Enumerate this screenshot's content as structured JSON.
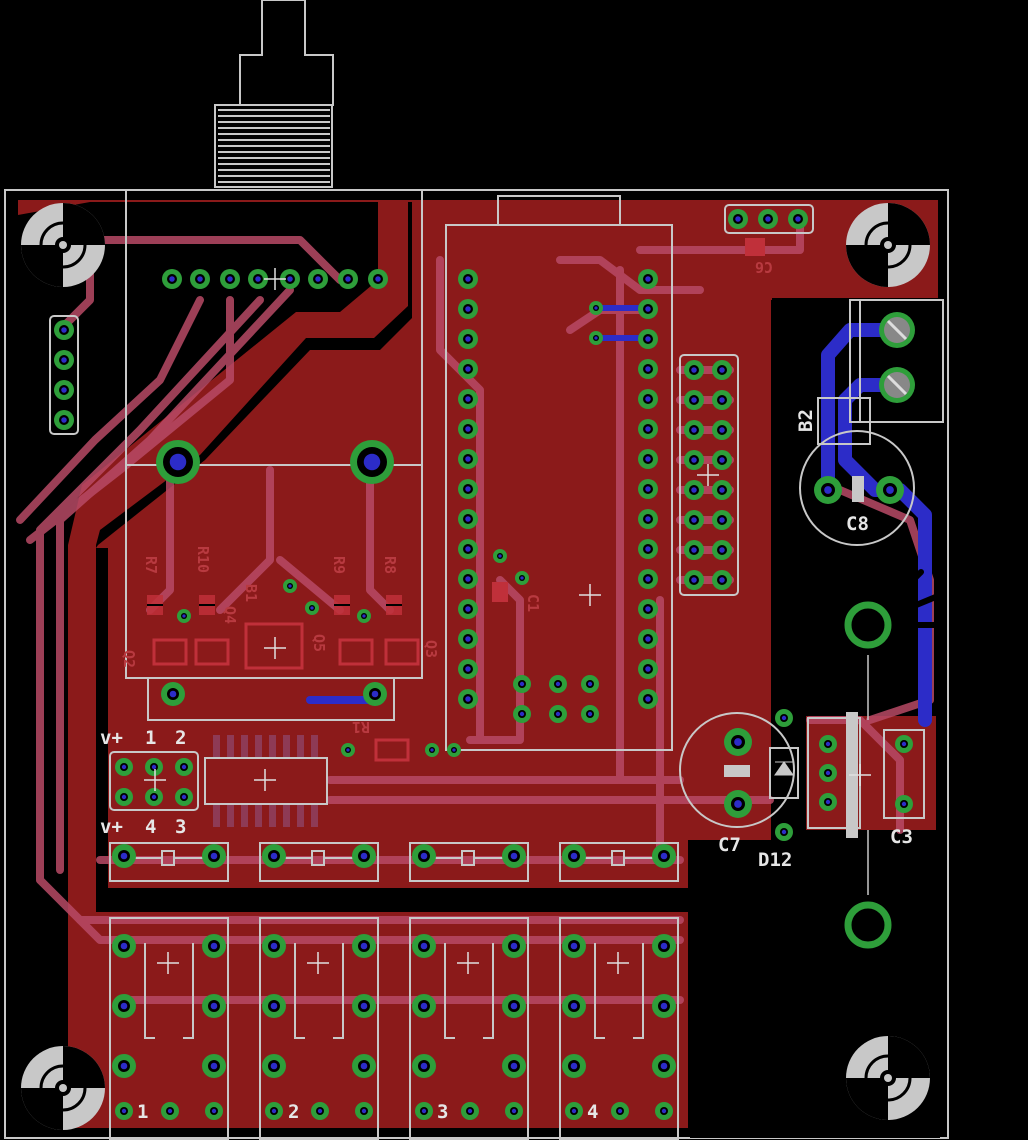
{
  "colors": {
    "background": "#000000",
    "copper": "#8b1a1a",
    "trace_top": "#b84a66",
    "trace_bottom": "#2c2cc8",
    "pad_ring": "#2e9e3a",
    "silkscreen": "#c8c8c8"
  },
  "labels": {
    "vplus_top": "v+",
    "pin1": "1",
    "pin2": "2",
    "vplus_bottom": "v+",
    "pin4": "4",
    "pin3": "3",
    "c7": "C7",
    "d12": "D12",
    "c3": "C3",
    "c8": "C8",
    "b2": "B2",
    "c6": "C6",
    "c1": "C1",
    "r7": "R7",
    "r10": "R10",
    "r9": "R9",
    "r8": "R8",
    "q2": "Q2",
    "q5": "Q5",
    "q4": "Q4",
    "q3": "Q3",
    "b1": "B1",
    "r1": "R1",
    "relay1": "1",
    "relay2": "2",
    "relay3": "3",
    "relay4": "4"
  }
}
